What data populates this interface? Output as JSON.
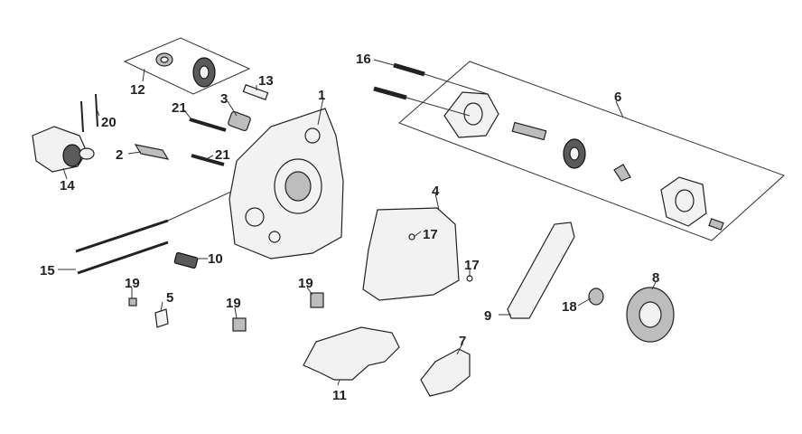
{
  "diagram": {
    "callouts": {
      "c1": "1",
      "c2": "2",
      "c3": "3",
      "c4": "4",
      "c5": "5",
      "c6": "6",
      "c7": "7",
      "c8": "8",
      "c9": "9",
      "c10": "10",
      "c11": "11",
      "c12": "12",
      "c13": "13",
      "c14": "14",
      "c15": "15",
      "c16": "16",
      "c17a": "17",
      "c17b": "17",
      "c18": "18",
      "c19a": "19",
      "c19b": "19",
      "c19c": "19",
      "c20": "20",
      "c21a": "21",
      "c21b": "21"
    },
    "colors": {
      "line": "#333333",
      "text": "#222222",
      "part_fill": "#f2f2f2",
      "dark_fill": "#5a5a5a"
    }
  }
}
